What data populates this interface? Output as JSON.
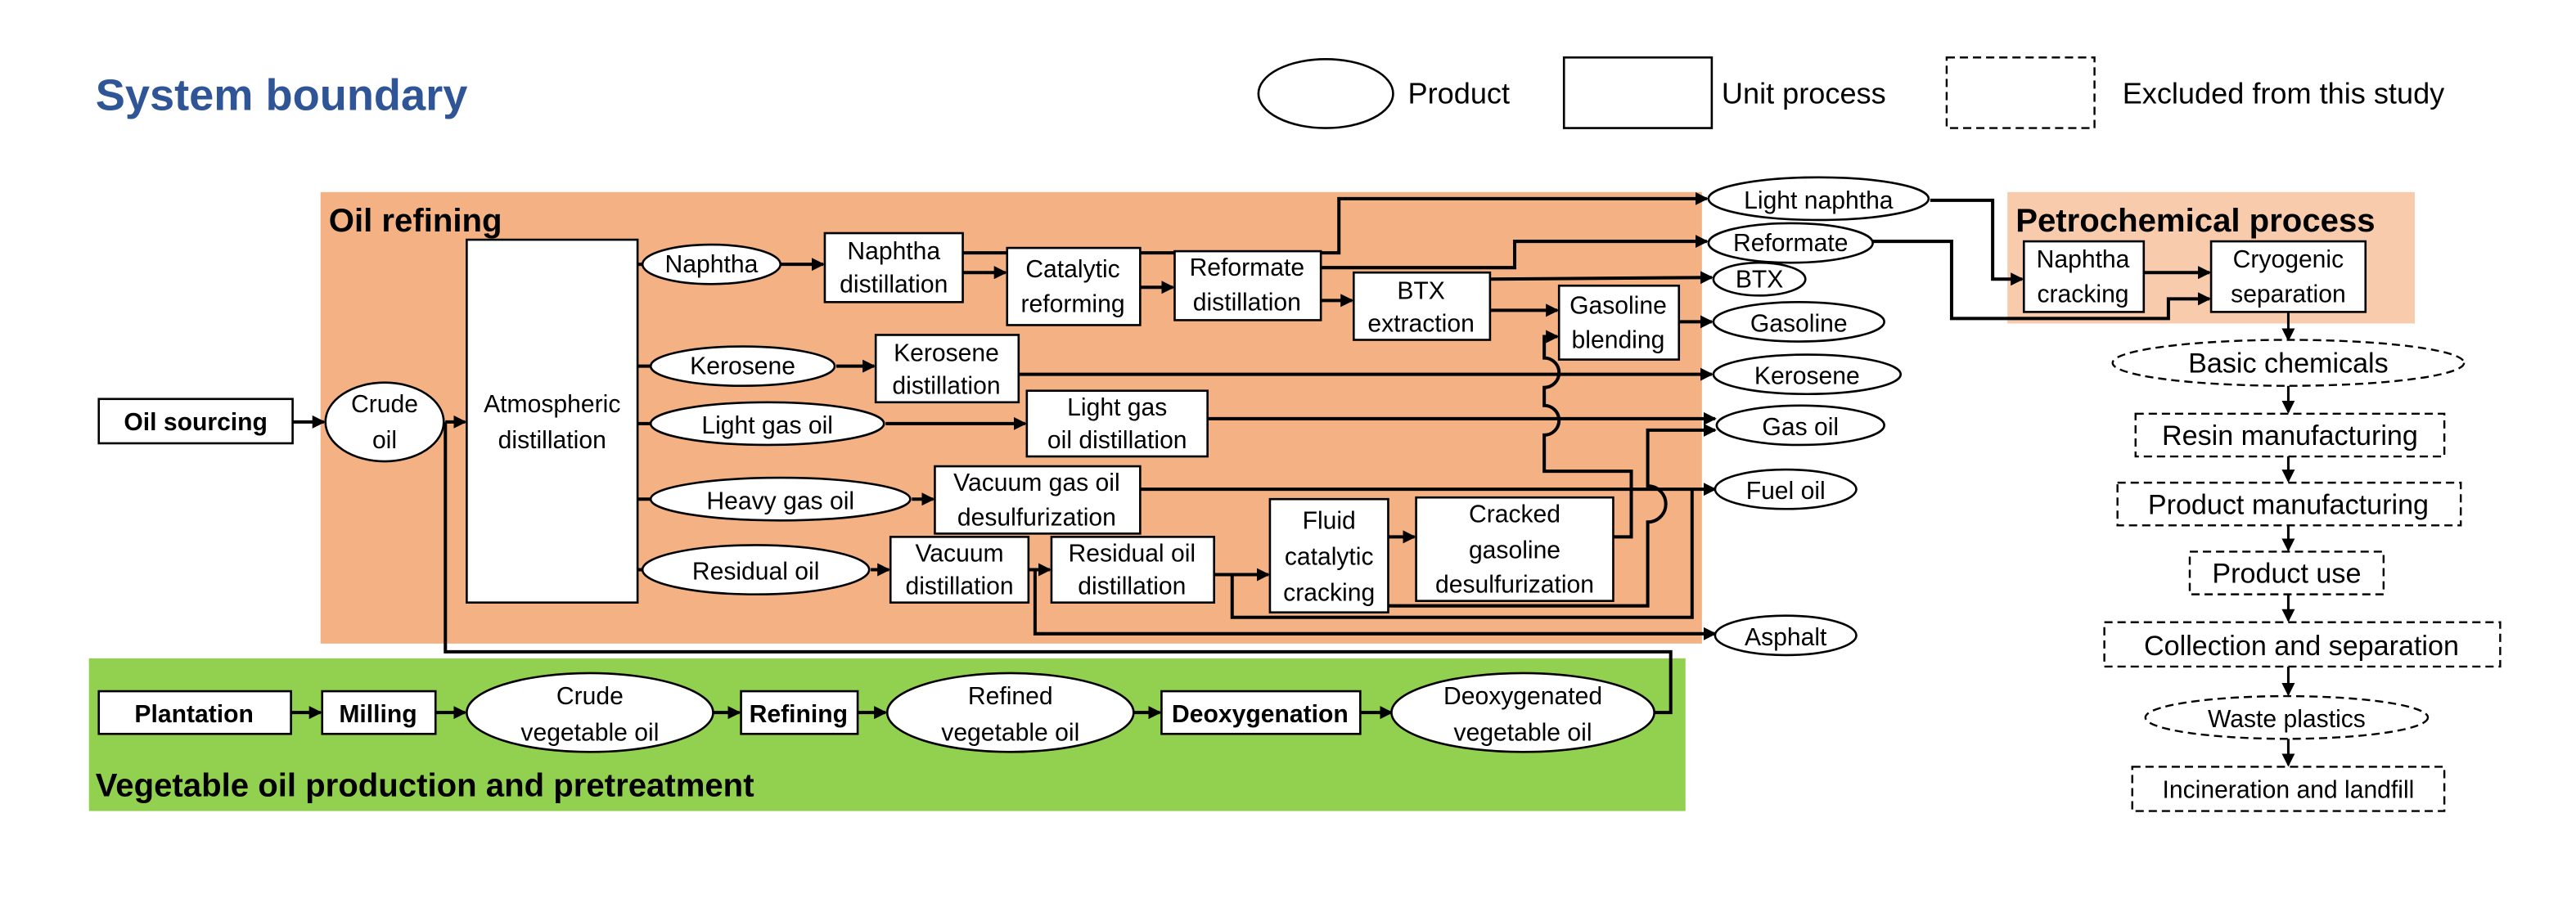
{
  "title": "System boundary",
  "legend": {
    "product": "Product",
    "unit_process": "Unit process",
    "excluded": "Excluded from this study"
  },
  "colors": {
    "title": "#2F5597",
    "oil_refining": "#F4B183",
    "petrochemical": "#F8CBAD",
    "vegetable_oil": "#92D050"
  },
  "regions": {
    "oil_refining": "Oil refining",
    "petrochemical": "Petrochemical process",
    "vegetable_oil": "Vegetable oil production and pretreatment"
  },
  "oil_refining": {
    "oil_sourcing": "Oil sourcing",
    "crude_oil": [
      "Crude",
      "oil"
    ],
    "atmospheric_distillation": [
      "Atmospheric",
      "distillation"
    ],
    "naphtha": "Naphtha",
    "naphtha_distillation": [
      "Naphtha",
      "distillation"
    ],
    "catalytic_reforming": [
      "Catalytic",
      "reforming"
    ],
    "reformate_distillation": [
      "Reformate",
      "distillation"
    ],
    "btx_extraction": [
      "BTX",
      "extraction"
    ],
    "gasoline_blending": [
      "Gasoline",
      "blending"
    ],
    "kerosene": "Kerosene",
    "kerosene_distillation": [
      "Kerosene",
      "distillation"
    ],
    "light_gas_oil": "Light gas oil",
    "light_gas_oil_distillation": [
      "Light gas",
      "oil distillation"
    ],
    "heavy_gas_oil": "Heavy gas oil",
    "vacuum_gas_oil_desulfurization": [
      "Vacuum gas oil",
      "desulfurization"
    ],
    "residual_oil": "Residual  oil",
    "vacuum_distillation": [
      "Vacuum",
      "distillation"
    ],
    "residual_oil_distillation": [
      "Residual  oil",
      "distillation"
    ],
    "fluid_catalytic_cracking": [
      "Fluid",
      "catalytic",
      "cracking"
    ],
    "cracked_gasoline_desulfurization": [
      "Cracked",
      "gasoline",
      "desulfurization"
    ]
  },
  "products": {
    "light_naphtha": "Light naphtha",
    "reformate": "Reformate",
    "btx": "BTX",
    "gasoline": "Gasoline",
    "kerosene": "Kerosene",
    "gas_oil": "Gas oil",
    "fuel_oil": "Fuel oil",
    "asphalt": "Asphalt"
  },
  "petrochemical": {
    "naphtha_cracking": [
      "Naphtha",
      "cracking"
    ],
    "cryogenic_separation": [
      "Cryogenic",
      "separation"
    ]
  },
  "downstream": {
    "basic_chemicals": "Basic chemicals",
    "resin_manufacturing": "Resin manufacturing",
    "product_manufacturing": "Product manufacturing",
    "product_use": "Product use",
    "collection_separation": "Collection and separation",
    "waste_plastics": "Waste plastics",
    "incineration_landfill": "Incineration and  landfill"
  },
  "vegetable": {
    "plantation": "Plantation",
    "milling": "Milling",
    "crude_vegetable_oil": [
      "Crude",
      "vegetable  oil"
    ],
    "refining": "Refining",
    "refined_vegetable_oil": [
      "Refined",
      "vegetable  oil"
    ],
    "deoxygenation": "Deoxygenation",
    "deoxygenated_vegetable_oil": [
      "Deoxygenated",
      "vegetable oil"
    ]
  }
}
